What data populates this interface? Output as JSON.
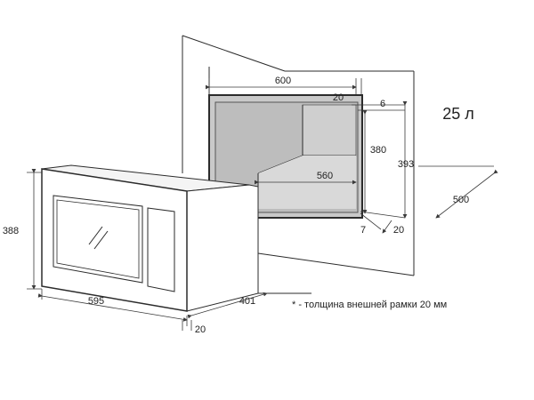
{
  "diagram": {
    "volume_label": "25 л",
    "note": "* - толщина внешней рамки 20 мм",
    "niche_dims": {
      "width": "600",
      "right_gap": "20",
      "top_gap": "6",
      "inner_height": "380",
      "outer_height": "393",
      "depth": "500",
      "inner_width": "560",
      "bottom_gap": "7",
      "bottom_right_gap": "20"
    },
    "appliance_dims": {
      "height": "388",
      "width": "595",
      "depth": "401",
      "frame": "20"
    }
  },
  "colors": {
    "line": "#2b2b2b",
    "fill_gray": "#c7c7c7",
    "fill_light": "#d9d9d9"
  }
}
